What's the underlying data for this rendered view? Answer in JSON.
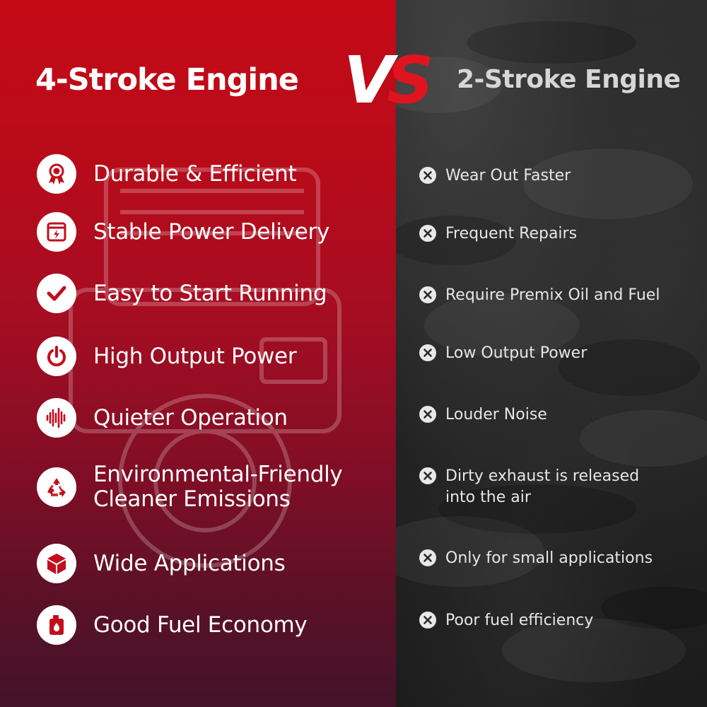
{
  "header": {
    "left_title": "4-Stroke Engine",
    "vs_v": "V",
    "vs_s": "S",
    "right_title": "2-Stroke Engine"
  },
  "colors": {
    "accent_red": "#e0141f",
    "left_bg_top": "#c50a16",
    "left_bg_bottom": "#441229",
    "right_bg": "#262626"
  },
  "advantages": [
    {
      "icon": "award-ribbon-icon",
      "label": "Durable & Efficient"
    },
    {
      "icon": "power-meter-icon",
      "label": "Stable Power Delivery"
    },
    {
      "icon": "checkmark-icon",
      "label": "Easy to Start Running"
    },
    {
      "icon": "power-icon",
      "label": "High Output Power"
    },
    {
      "icon": "sound-wave-icon",
      "label": "Quieter Operation"
    },
    {
      "icon": "recycle-icon",
      "label": "Environmental-Friendly\nCleaner Emissions"
    },
    {
      "icon": "cube-icon",
      "label": "Wide Applications"
    },
    {
      "icon": "fuel-can-icon",
      "label": "Good Fuel Economy"
    }
  ],
  "disadvantages": [
    {
      "icon": "x-circle-icon",
      "label": "Wear Out Faster"
    },
    {
      "icon": "x-circle-icon",
      "label": "Frequent Repairs"
    },
    {
      "icon": "x-circle-icon",
      "label": "Require Premix Oil and Fuel"
    },
    {
      "icon": "x-circle-icon",
      "label": "Low Output Power"
    },
    {
      "icon": "x-circle-icon",
      "label": "Louder Noise"
    },
    {
      "icon": "x-circle-icon",
      "label": "Dirty exhaust is released\ninto the air"
    },
    {
      "icon": "x-circle-icon",
      "label": "Only for small applications"
    },
    {
      "icon": "x-circle-icon",
      "label": "Poor fuel efficiency"
    }
  ]
}
